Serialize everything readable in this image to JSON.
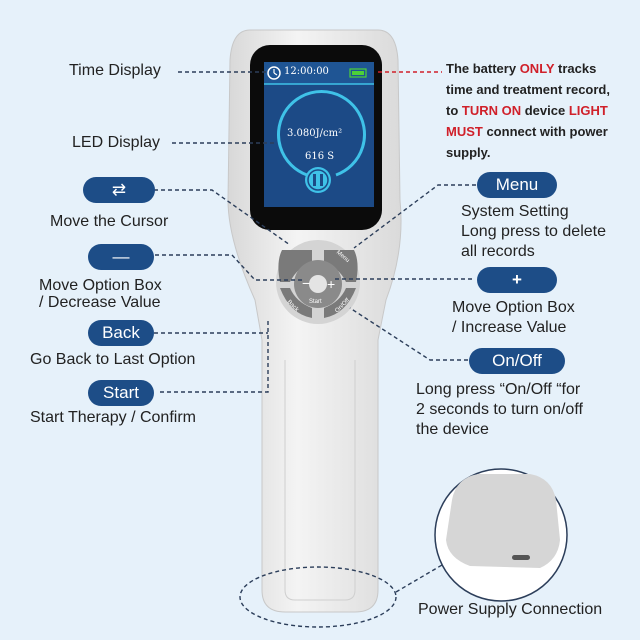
{
  "device": {
    "screen": {
      "time": "12:00:00",
      "energy": "3.080J/cm²",
      "seconds": "616 S",
      "battery_color": "#4cd137",
      "accent": "#3fc2e8"
    },
    "buttons": {
      "menu": "Menu",
      "minus": "−",
      "plus": "+",
      "back": "Back",
      "start": "Start",
      "onoff": "On/Off"
    }
  },
  "labels": {
    "time_display": "Time Display",
    "led_display": "LED Display",
    "power_supply": "Power Supply Connection"
  },
  "left_callouts": [
    {
      "pill": "⇄",
      "icon": "cycle-arrows-icon",
      "desc": "Move the Cursor"
    },
    {
      "pill": "—",
      "icon": "minus-icon",
      "desc_1": "Move Option Box",
      "desc_2": "/ Decrease Value"
    },
    {
      "pill": "Back",
      "desc": "Go Back to Last Option"
    },
    {
      "pill": "Start",
      "desc": "Start Therapy / Confirm"
    }
  ],
  "right_callouts": {
    "menu": {
      "pill": "Menu",
      "desc_1": "System Setting",
      "desc_2": "Long press to delete",
      "desc_3": "all records"
    },
    "plus": {
      "pill": "+",
      "desc_1": "Move Option Box",
      "desc_2": "/ Increase Value"
    },
    "onoff": {
      "pill": "On/Off",
      "desc_1": "Long press “On/Off “for",
      "desc_2": "2 seconds to turn on/off",
      "desc_3": "the device"
    }
  },
  "battery_note": {
    "t1": "The battery ",
    "t2": "ONLY",
    "t3": " tracks",
    "t4": "time and treatment record,",
    "t5": "to ",
    "t6": "TURN ON",
    "t7": " device ",
    "t8": "LIGHT",
    "t9": "MUST",
    "t10": " connect with power",
    "t11": "supply."
  },
  "colors": {
    "pill": "#1d4d87",
    "warning_red": "#d0202a",
    "background": "#e6f1fa"
  }
}
